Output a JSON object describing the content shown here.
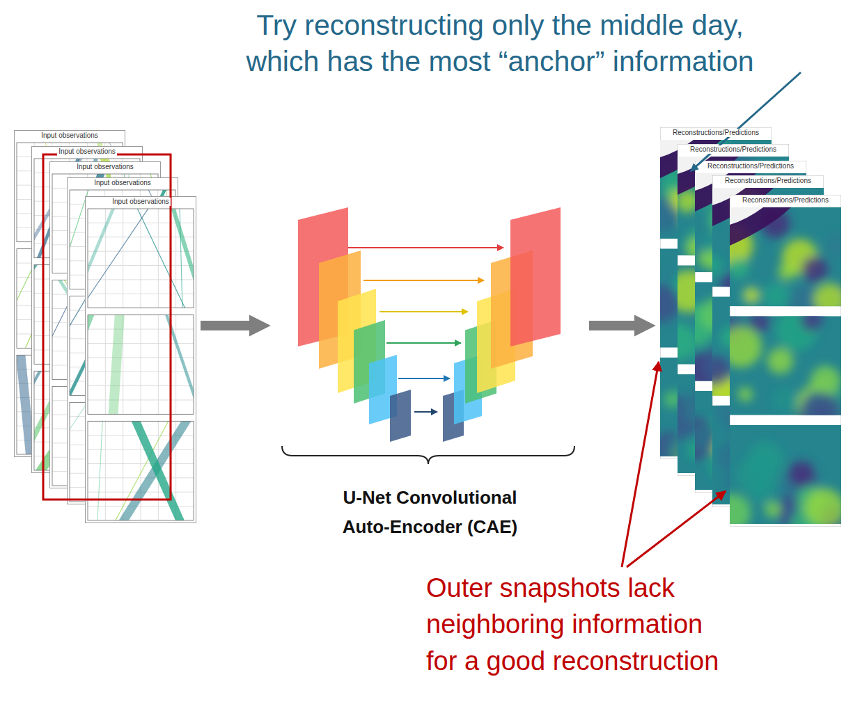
{
  "diagram": {
    "nodes": [
      {
        "text": [
          "Input observations"
        ]
      },
      {
        "text": [
          "Input observations"
        ]
      },
      {
        "text": [
          "Input observations"
        ]
      },
      {
        "text": [
          "Input observations"
        ]
      },
      {
        "text": [
          "Input observations"
        ]
      },
      {
        "text": [
          "U-Net Convolutional Auto-Encoder (CAE)"
        ]
      },
      {
        "text": [
          "Reconstructions/Predictions"
        ]
      },
      {
        "text": [
          "Reconstructions/Predictions"
        ]
      },
      {
        "text": [
          "Reconstructions/Predictions"
        ]
      },
      {
        "text": [
          "Reconstructions/Predictions"
        ]
      },
      {
        "text": [
          "Reconstructions/Predictions"
        ]
      }
    ],
    "edges": [
      {
        "from": 4,
        "to": 5,
        "arrow": "to"
      },
      {
        "from": 5,
        "to": 6,
        "arrow": "to"
      }
    ],
    "labels": [
      "Try reconstructing only the middle day, which has the most “anchor” information",
      "Outer snapshots lack neighboring information for a good reconstruction"
    ]
  }
}
